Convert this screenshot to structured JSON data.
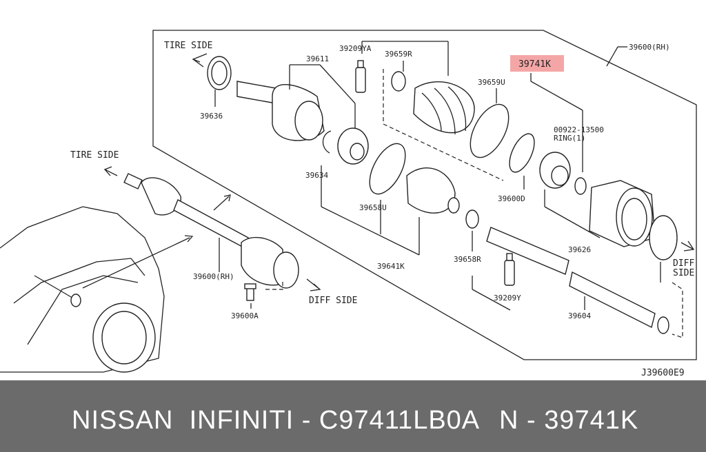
{
  "diagram": {
    "labels": {
      "tire_side_top": "TIRE SIDE",
      "tire_side_left": "TIRE SIDE",
      "diff_side_bottom": "DIFF SIDE",
      "diff_side_right_1": "DIFF",
      "diff_side_right_2": "SIDE",
      "p39600_rh_top": "39600(RH)",
      "p39600_rh_mid": "39600(RH)",
      "p39741k": "39741K",
      "p39611": "39611",
      "p39209ya": "39209YA",
      "p39659r": "39659R",
      "p39659u": "39659U",
      "p00922": "00922-13500",
      "ring": "RING(1)",
      "p39636": "39636",
      "p39634": "39634",
      "p39658u": "39658U",
      "p39600d": "39600D",
      "p39626": "39626",
      "p39641k": "39641K",
      "p39658r": "39658R",
      "p39209y": "39209Y",
      "p39604": "39604",
      "p39600a": "39600A",
      "diagram_code": "J39600E9"
    },
    "highlight_color": "#f4a6a6"
  },
  "footer": {
    "brand": "NISSAN  INFINITI - C97411LB0A",
    "part": "N - 39741K",
    "background": "#6b6b6b"
  }
}
